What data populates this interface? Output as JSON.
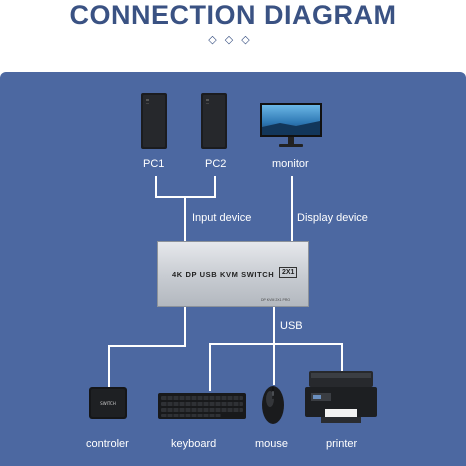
{
  "header": {
    "title": "CONNECTION DIAGRAM",
    "ornament": "◇◇◇"
  },
  "devices": {
    "pc1": "PC1",
    "pc2": "PC2",
    "monitor": "monitor",
    "controller": "controler",
    "keyboard": "keyboard",
    "mouse": "mouse",
    "printer": "printer"
  },
  "connections": {
    "input": "Input device",
    "display": "Display device",
    "usb": "USB"
  },
  "switch": {
    "name": "4K DP USB KVM SWITCH",
    "badge": "2X1",
    "model": "DP KVM 2X1 PRO"
  },
  "colors": {
    "title": "#3a5283",
    "panel": "#4c68a1",
    "lines": "#ffffff"
  }
}
